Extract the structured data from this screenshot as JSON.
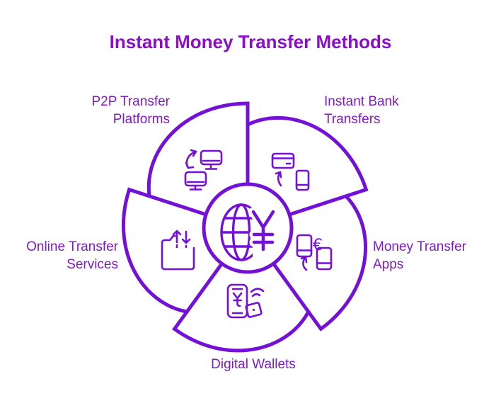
{
  "title": "Instant Money Transfer Methods",
  "colors": {
    "diagram_stroke": "#7311d7",
    "title_text": "#8b0fc7",
    "label_text": "#7e1cc7",
    "background": "#ffffff"
  },
  "segments": [
    {
      "id": "p2p",
      "label": "P2P Transfer\nPlatforms",
      "icon": "p2p-computers-swap-icon"
    },
    {
      "id": "instant-bank",
      "label": "Instant Bank\nTransfers",
      "icon": "card-to-phone-transfer-icon"
    },
    {
      "id": "money-apps",
      "label": "Money Transfer\nApps",
      "icon": "phone-to-phone-euro-icon"
    },
    {
      "id": "digital-wallets",
      "label": "Digital Wallets",
      "icon": "wallet-nfc-phone-icon"
    },
    {
      "id": "online-services",
      "label": "Online Transfer\nServices",
      "icon": "folder-up-down-arrows-icon"
    }
  ],
  "center": {
    "icon": "globe-yen-icon",
    "symbol": "¥"
  },
  "icon_symbols": {
    "euro": "€",
    "yen": "¥"
  }
}
